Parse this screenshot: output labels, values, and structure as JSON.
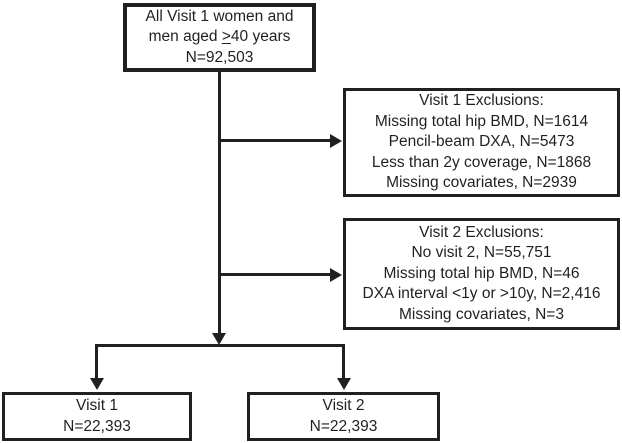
{
  "top_box": {
    "line1": "All Visit 1 women and",
    "line2_pre": "men aged ",
    "line2_gte": ">",
    "line2_post": "40 years",
    "line3": "N=92,503"
  },
  "exclusions_visit1": {
    "title": "Visit 1 Exclusions:",
    "items": [
      "Missing total hip BMD, N=1614",
      "Pencil-beam DXA, N=5473",
      "Less than 2y coverage, N=1868",
      "Missing covariates, N=2939"
    ]
  },
  "exclusions_visit2": {
    "title": "Visit 2 Exclusions:",
    "items": [
      "No visit 2, N=55,751",
      "Missing total hip BMD, N=46",
      "DXA interval <1y or >10y, N=2,416",
      "Missing covariates, N=3"
    ]
  },
  "visit1_box": {
    "line1": "Visit 1",
    "line2": "N=22,393"
  },
  "visit2_box": {
    "line1": "Visit 2",
    "line2": "N=22,393"
  },
  "colors": {
    "line": "#231f20",
    "text": "#231f20",
    "background": "#ffffff"
  }
}
